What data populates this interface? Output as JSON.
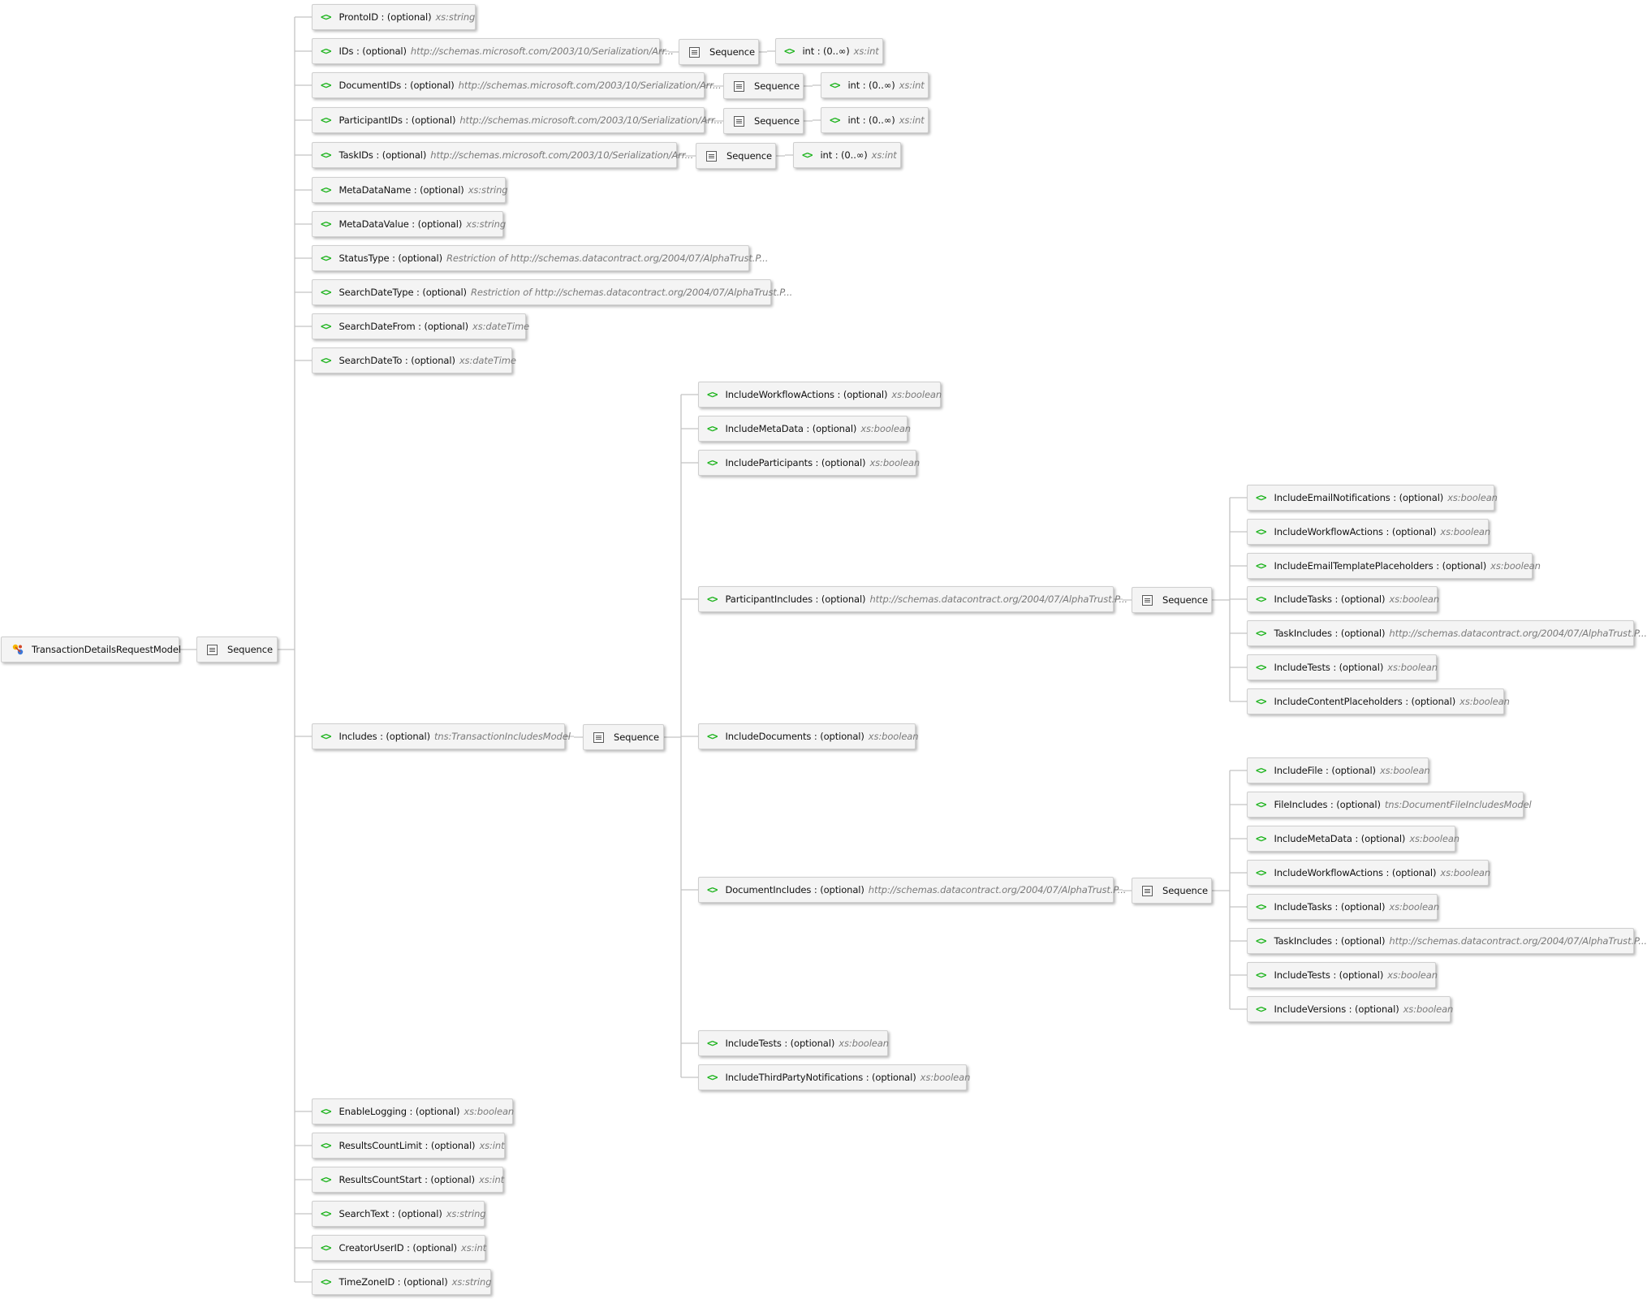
{
  "root": {
    "name": "TransactionDetailsRequestModel"
  },
  "icons": {
    "element": "<>",
    "sequence": "sequence-icon",
    "root": "complex-type-icon"
  },
  "colors": {
    "element_icon": "#1db31d",
    "type_text": "#7a7a7a",
    "connector": "#c3c3c3"
  },
  "nodes": [
    {
      "id": "n_root",
      "kind": "root",
      "name": "TransactionDetailsRequestModel"
    },
    {
      "id": "n_seq_root",
      "kind": "sequence",
      "name": "Sequence"
    },
    {
      "id": "n_prontoid",
      "kind": "element",
      "name": "ProntoID",
      "occurs": "(optional)",
      "type": "xs:string"
    },
    {
      "id": "n_ids",
      "kind": "element",
      "name": "IDs",
      "occurs": "(optional)",
      "type": "http://schemas.microsoft.com/2003/10/Serialization/Arr..."
    },
    {
      "id": "n_ids_seq",
      "kind": "sequence",
      "name": "Sequence"
    },
    {
      "id": "n_ids_int",
      "kind": "element",
      "name": "int",
      "occurs": "(0..∞)",
      "type": "xs:int"
    },
    {
      "id": "n_docids",
      "kind": "element",
      "name": "DocumentIDs",
      "occurs": "(optional)",
      "type": "http://schemas.microsoft.com/2003/10/Serialization/Arr..."
    },
    {
      "id": "n_docids_seq",
      "kind": "sequence",
      "name": "Sequence"
    },
    {
      "id": "n_docids_int",
      "kind": "element",
      "name": "int",
      "occurs": "(0..∞)",
      "type": "xs:int"
    },
    {
      "id": "n_partids",
      "kind": "element",
      "name": "ParticipantIDs",
      "occurs": "(optional)",
      "type": "http://schemas.microsoft.com/2003/10/Serialization/Arr..."
    },
    {
      "id": "n_partids_seq",
      "kind": "sequence",
      "name": "Sequence"
    },
    {
      "id": "n_partids_int",
      "kind": "element",
      "name": "int",
      "occurs": "(0..∞)",
      "type": "xs:int"
    },
    {
      "id": "n_taskids",
      "kind": "element",
      "name": "TaskIDs",
      "occurs": "(optional)",
      "type": "http://schemas.microsoft.com/2003/10/Serialization/Arr..."
    },
    {
      "id": "n_taskids_seq",
      "kind": "sequence",
      "name": "Sequence"
    },
    {
      "id": "n_taskids_int",
      "kind": "element",
      "name": "int",
      "occurs": "(0..∞)",
      "type": "xs:int"
    },
    {
      "id": "n_mdname",
      "kind": "element",
      "name": "MetaDataName",
      "occurs": "(optional)",
      "type": "xs:string"
    },
    {
      "id": "n_mdvalue",
      "kind": "element",
      "name": "MetaDataValue",
      "occurs": "(optional)",
      "type": "xs:string"
    },
    {
      "id": "n_status",
      "kind": "element",
      "name": "StatusType",
      "occurs": "(optional)",
      "type": "Restriction of http://schemas.datacontract.org/2004/07/AlphaTrust.P..."
    },
    {
      "id": "n_sdtype",
      "kind": "element",
      "name": "SearchDateType",
      "occurs": "(optional)",
      "type": "Restriction of http://schemas.datacontract.org/2004/07/AlphaTrust.P..."
    },
    {
      "id": "n_sdfrom",
      "kind": "element",
      "name": "SearchDateFrom",
      "occurs": "(optional)",
      "type": "xs:dateTime"
    },
    {
      "id": "n_sdto",
      "kind": "element",
      "name": "SearchDateTo",
      "occurs": "(optional)",
      "type": "xs:dateTime"
    },
    {
      "id": "n_includes",
      "kind": "element",
      "name": "Includes",
      "occurs": "(optional)",
      "type": "tns:TransactionIncludesModel"
    },
    {
      "id": "n_inc_seq",
      "kind": "sequence",
      "name": "Sequence"
    },
    {
      "id": "n_inc_wfa",
      "kind": "element",
      "name": "IncludeWorkflowActions",
      "occurs": "(optional)",
      "type": "xs:boolean"
    },
    {
      "id": "n_inc_md",
      "kind": "element",
      "name": "IncludeMetaData",
      "occurs": "(optional)",
      "type": "xs:boolean"
    },
    {
      "id": "n_inc_part",
      "kind": "element",
      "name": "IncludeParticipants",
      "occurs": "(optional)",
      "type": "xs:boolean"
    },
    {
      "id": "n_pinc",
      "kind": "element",
      "name": "ParticipantIncludes",
      "occurs": "(optional)",
      "type": "http://schemas.datacontract.org/2004/07/AlphaTrust.P..."
    },
    {
      "id": "n_pinc_seq",
      "kind": "sequence",
      "name": "Sequence"
    },
    {
      "id": "n_p_email",
      "kind": "element",
      "name": "IncludeEmailNotifications",
      "occurs": "(optional)",
      "type": "xs:boolean"
    },
    {
      "id": "n_p_wfa",
      "kind": "element",
      "name": "IncludeWorkflowActions",
      "occurs": "(optional)",
      "type": "xs:boolean"
    },
    {
      "id": "n_p_etp",
      "kind": "element",
      "name": "IncludeEmailTemplatePlaceholders",
      "occurs": "(optional)",
      "type": "xs:boolean"
    },
    {
      "id": "n_p_tasks",
      "kind": "element",
      "name": "IncludeTasks",
      "occurs": "(optional)",
      "type": "xs:boolean"
    },
    {
      "id": "n_p_tinc",
      "kind": "element",
      "name": "TaskIncludes",
      "occurs": "(optional)",
      "type": "http://schemas.datacontract.org/2004/07/AlphaTrust.P..."
    },
    {
      "id": "n_p_tests",
      "kind": "element",
      "name": "IncludeTests",
      "occurs": "(optional)",
      "type": "xs:boolean"
    },
    {
      "id": "n_p_cph",
      "kind": "element",
      "name": "IncludeContentPlaceholders",
      "occurs": "(optional)",
      "type": "xs:boolean"
    },
    {
      "id": "n_inc_docs",
      "kind": "element",
      "name": "IncludeDocuments",
      "occurs": "(optional)",
      "type": "xs:boolean"
    },
    {
      "id": "n_dinc",
      "kind": "element",
      "name": "DocumentIncludes",
      "occurs": "(optional)",
      "type": "http://schemas.datacontract.org/2004/07/AlphaTrust.P..."
    },
    {
      "id": "n_dinc_seq",
      "kind": "sequence",
      "name": "Sequence"
    },
    {
      "id": "n_d_file",
      "kind": "element",
      "name": "IncludeFile",
      "occurs": "(optional)",
      "type": "xs:boolean"
    },
    {
      "id": "n_d_finc",
      "kind": "element",
      "name": "FileIncludes",
      "occurs": "(optional)",
      "type": "tns:DocumentFileIncludesModel"
    },
    {
      "id": "n_d_md",
      "kind": "element",
      "name": "IncludeMetaData",
      "occurs": "(optional)",
      "type": "xs:boolean"
    },
    {
      "id": "n_d_wfa",
      "kind": "element",
      "name": "IncludeWorkflowActions",
      "occurs": "(optional)",
      "type": "xs:boolean"
    },
    {
      "id": "n_d_tasks",
      "kind": "element",
      "name": "IncludeTasks",
      "occurs": "(optional)",
      "type": "xs:boolean"
    },
    {
      "id": "n_d_tinc",
      "kind": "element",
      "name": "TaskIncludes",
      "occurs": "(optional)",
      "type": "http://schemas.datacontract.org/2004/07/AlphaTrust.P..."
    },
    {
      "id": "n_d_tests",
      "kind": "element",
      "name": "IncludeTests",
      "occurs": "(optional)",
      "type": "xs:boolean"
    },
    {
      "id": "n_d_vers",
      "kind": "element",
      "name": "IncludeVersions",
      "occurs": "(optional)",
      "type": "xs:boolean"
    },
    {
      "id": "n_inc_tests",
      "kind": "element",
      "name": "IncludeTests",
      "occurs": "(optional)",
      "type": "xs:boolean"
    },
    {
      "id": "n_inc_tpn",
      "kind": "element",
      "name": "IncludeThirdPartyNotifications",
      "occurs": "(optional)",
      "type": "xs:boolean"
    },
    {
      "id": "n_logging",
      "kind": "element",
      "name": "EnableLogging",
      "occurs": "(optional)",
      "type": "xs:boolean"
    },
    {
      "id": "n_rclimit",
      "kind": "element",
      "name": "ResultsCountLimit",
      "occurs": "(optional)",
      "type": "xs:int"
    },
    {
      "id": "n_rcstart",
      "kind": "element",
      "name": "ResultsCountStart",
      "occurs": "(optional)",
      "type": "xs:int"
    },
    {
      "id": "n_stext",
      "kind": "element",
      "name": "SearchText",
      "occurs": "(optional)",
      "type": "xs:string"
    },
    {
      "id": "n_creator",
      "kind": "element",
      "name": "CreatorUserID",
      "occurs": "(optional)",
      "type": "xs:int"
    },
    {
      "id": "n_tz",
      "kind": "element",
      "name": "TimeZoneID",
      "occurs": "(optional)",
      "type": "xs:string"
    }
  ]
}
